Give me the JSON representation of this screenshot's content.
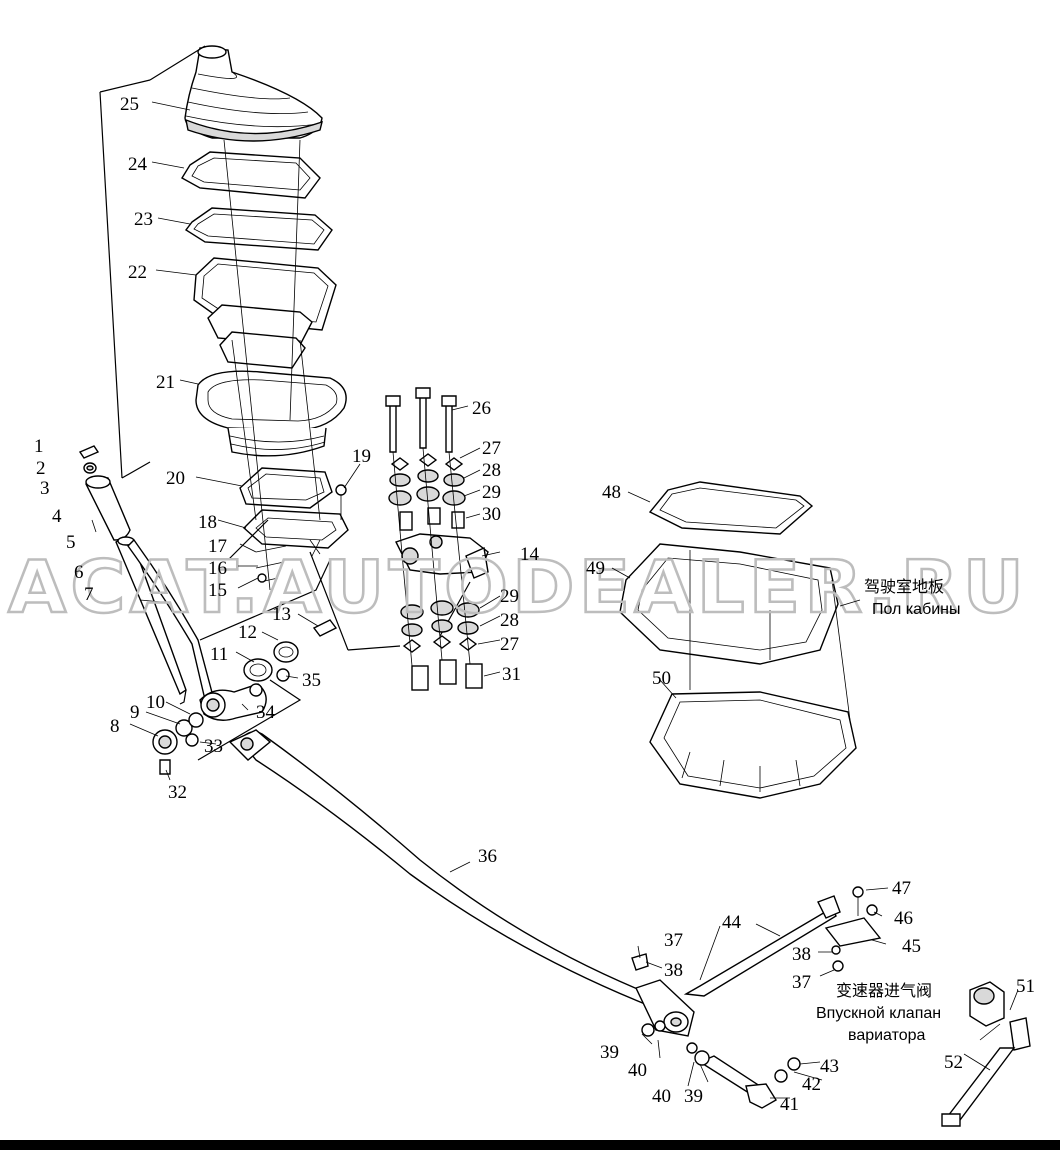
{
  "watermark": "ACAT.AUTODEALER.RU",
  "notes": {
    "cab_floor_cn": "驾驶室地板",
    "cab_floor_ru": "Пол кабины",
    "valve_cn": "变速器进气阀",
    "valve_ru_1": "Впускной клапан",
    "valve_ru_2": "вариатора"
  },
  "labels": [
    "1",
    "2",
    "3",
    "4",
    "5",
    "6",
    "7",
    "8",
    "9",
    "10",
    "11",
    "12",
    "13",
    "14",
    "15",
    "16",
    "17",
    "18",
    "19",
    "20",
    "21",
    "22",
    "23",
    "24",
    "25",
    "26",
    "27",
    "28",
    "29",
    "30",
    "31",
    "32",
    "33",
    "34",
    "35",
    "36",
    "37",
    "38",
    "39",
    "40",
    "41",
    "42",
    "43",
    "44",
    "45",
    "46",
    "47",
    "48",
    "49",
    "50",
    "51",
    "52",
    "27",
    "28",
    "29",
    "37",
    "38",
    "39",
    "40"
  ],
  "colors": {
    "ink": "#000000",
    "watermark": "#bdbdbd",
    "background": "#ffffff"
  }
}
